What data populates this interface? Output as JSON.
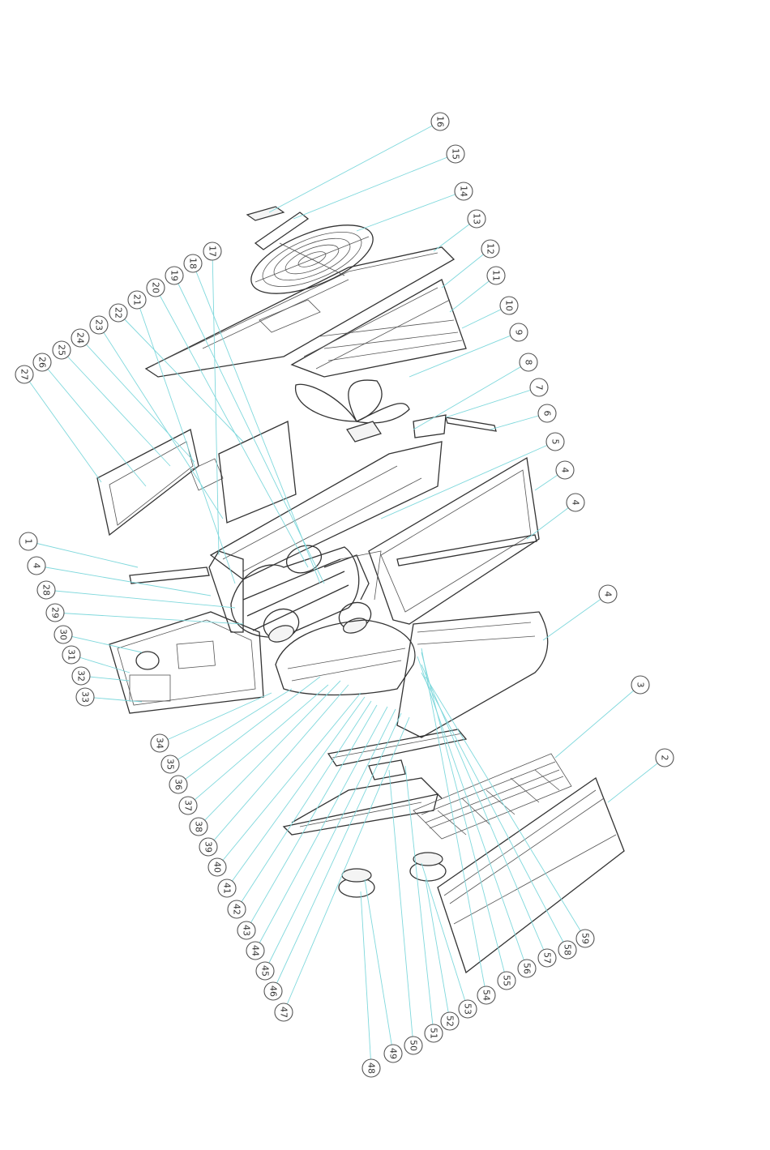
{
  "labels": [
    "27",
    "26",
    "25",
    "24",
    "23",
    "22",
    "21",
    "20",
    "19",
    "18",
    "17",
    "16",
    "15",
    "14",
    "13",
    "12",
    "11",
    "10",
    "9",
    "8",
    "7",
    "6",
    "5",
    "4",
    "4",
    "4",
    "3",
    "2",
    "1",
    "4",
    "28",
    "29",
    "30",
    "31",
    "32",
    "33",
    "34",
    "35",
    "36",
    "37",
    "38",
    "39",
    "40",
    "41",
    "42",
    "43",
    "44",
    "45",
    "46",
    "47",
    "48",
    "49",
    "50",
    "51",
    "52",
    "53",
    "54",
    "55",
    "56",
    "57",
    "58",
    "59"
  ],
  "colors": {
    "leader": "#7fd8dc",
    "line": "#333333",
    "background": "#ffffff"
  }
}
